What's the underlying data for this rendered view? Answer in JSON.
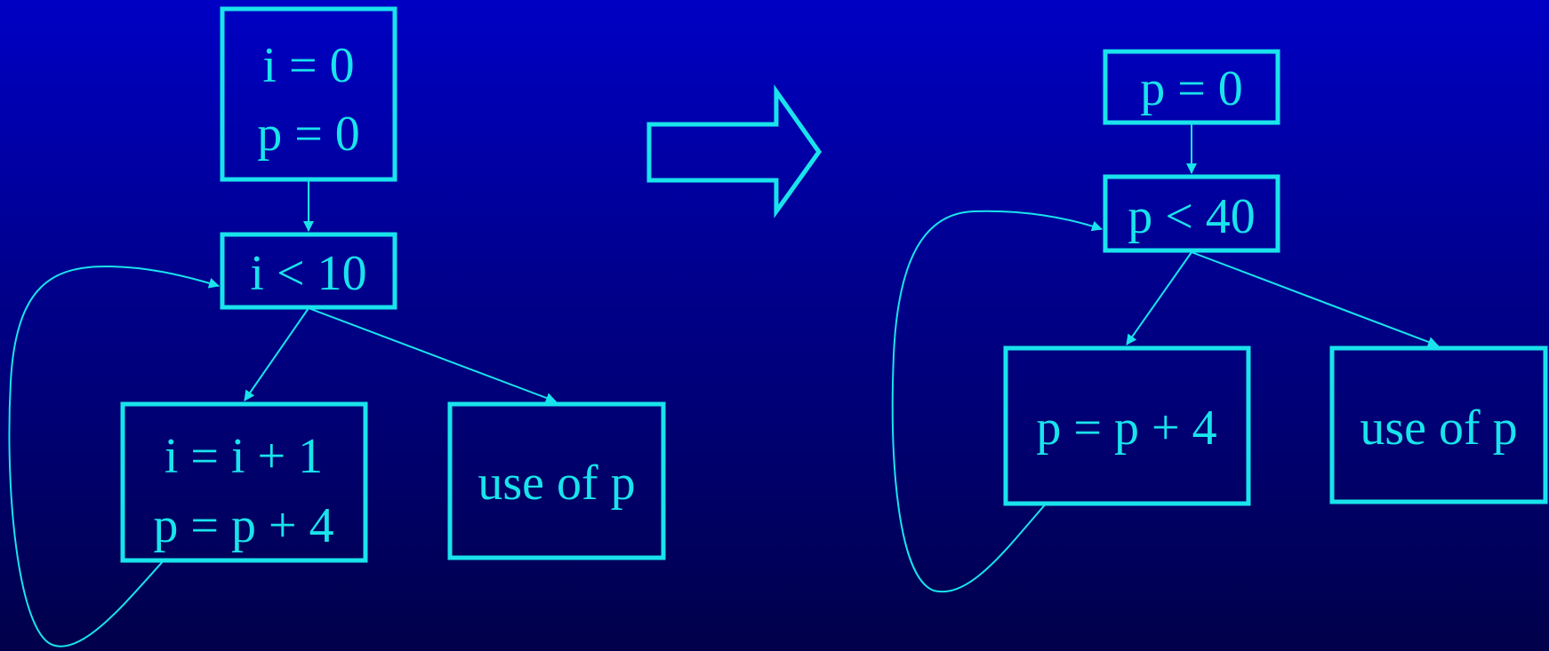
{
  "colors": {
    "background_top": "#0000c4",
    "background_bottom": "#00004a",
    "foreground": "#19e3ec"
  },
  "before": {
    "init": {
      "line1": "i = 0",
      "line2": "p = 0"
    },
    "condition": {
      "text": "i < 10"
    },
    "body": {
      "line1": "i = i + 1",
      "line2": "p = p + 4"
    },
    "exit": {
      "text": "use of p"
    }
  },
  "after": {
    "init": {
      "text": "p = 0"
    },
    "condition": {
      "text": "p < 40"
    },
    "body": {
      "text": "p = p + 4"
    },
    "exit": {
      "text": "use of p"
    }
  }
}
